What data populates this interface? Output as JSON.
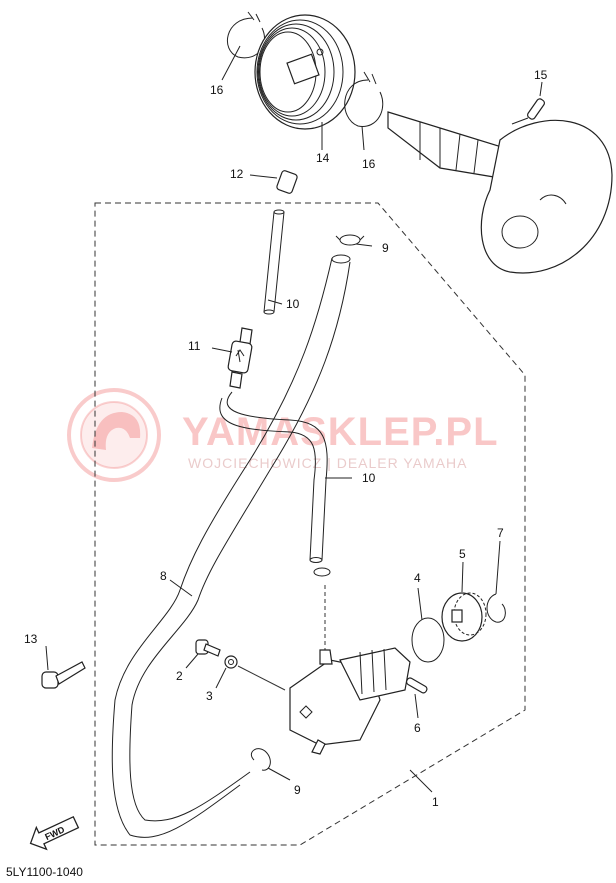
{
  "watermark": {
    "brand": "YAMASKLEP.PL",
    "subtitle": "WOJCIECHOWICZ | DEALER YAMAHA"
  },
  "diagram_code": "5LY1100-1040",
  "fwd_label": "FWD",
  "callouts": {
    "c1": "1",
    "c2": "2",
    "c3": "3",
    "c4": "4",
    "c5": "5",
    "c6": "6",
    "c7": "7",
    "c8": "8",
    "c9a": "9",
    "c9b": "9",
    "c10a": "10",
    "c10b": "10",
    "c11": "11",
    "c12": "12",
    "c13": "13",
    "c14": "14",
    "c15": "15",
    "c16a": "16",
    "c16b": "16"
  },
  "colors": {
    "line": "#222222",
    "watermark": "#ef6b6b"
  }
}
